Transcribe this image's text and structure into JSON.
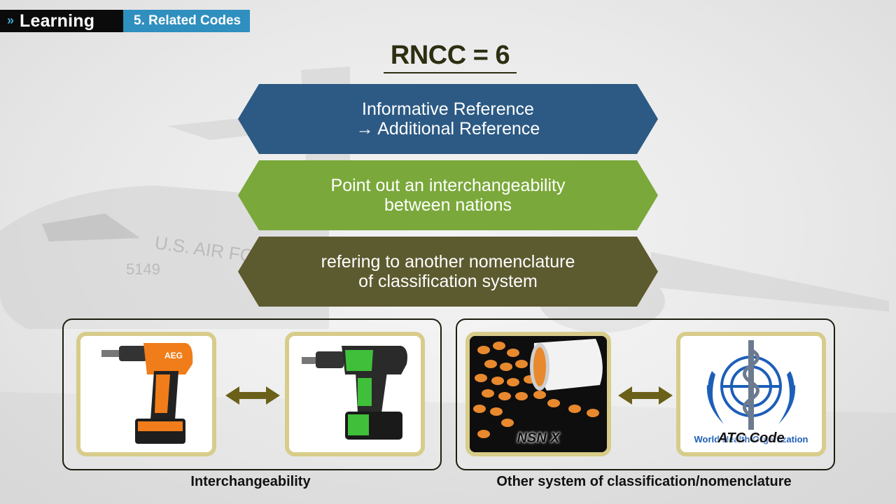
{
  "header": {
    "section": "Learning",
    "topic": "5. Related Codes"
  },
  "title": "RNCC = 6",
  "banners": [
    {
      "line1": "Informative Reference",
      "line2": "→ Additional Reference",
      "color": "#2c5a84"
    },
    {
      "line1": "Point out an interchangeability",
      "line2": "between nations",
      "color": "#7aa83a"
    },
    {
      "line1": "refering to another nomenclature",
      "line2": "of classification system",
      "color": "#5c5a2f"
    }
  ],
  "groups": {
    "left": {
      "caption": "Interchangeability",
      "items": [
        "orange-drill-image",
        "green-drill-image"
      ]
    },
    "right": {
      "caption": "Other system of classification/nomenclature",
      "items": [
        {
          "image": "pills-image",
          "label": "NSN X"
        },
        {
          "image": "who-logo-image",
          "label": "ATC Code",
          "logo_text": "World Health Organization"
        }
      ]
    }
  },
  "colors": {
    "accent": "#2f8fbf",
    "card_border": "#d7cc8a",
    "arrow": "#6b6019",
    "title": "#2e2e12"
  }
}
